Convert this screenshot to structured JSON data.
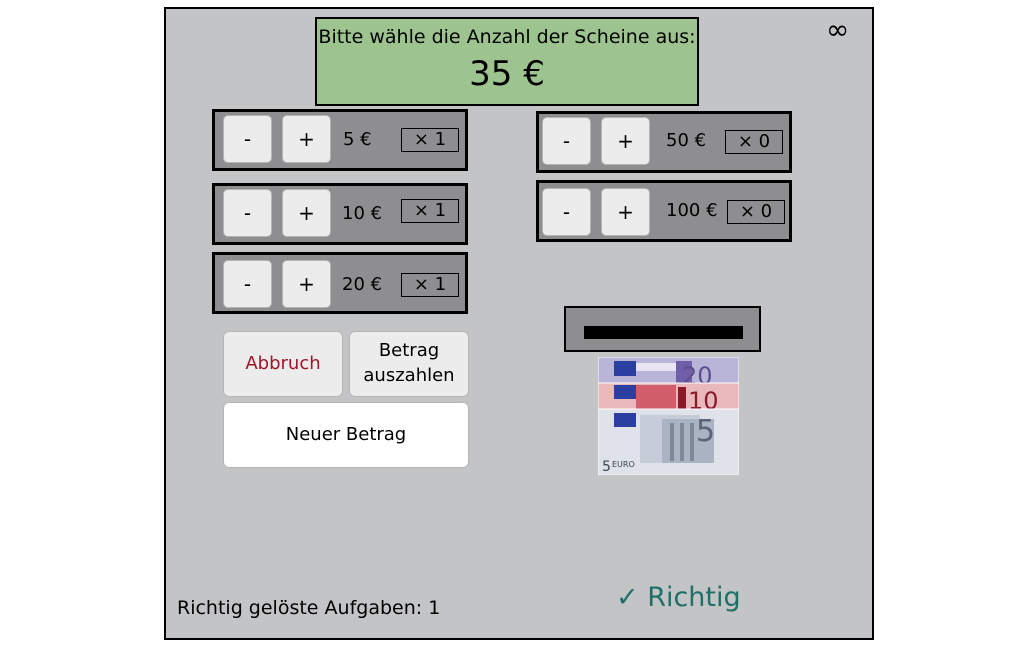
{
  "prompt": {
    "question": "Bitte wähle die Anzahl der Scheine aus:",
    "amount": "35 €"
  },
  "infinity_symbol": "∞",
  "denominations": [
    {
      "label": "5 €",
      "count": "× 1",
      "minus": "-",
      "plus": "+"
    },
    {
      "label": "10 €",
      "count": "× 1",
      "minus": "-",
      "plus": "+"
    },
    {
      "label": "20 €",
      "count": "× 1",
      "minus": "-",
      "plus": "+"
    },
    {
      "label": "50 €",
      "count": "× 0",
      "minus": "-",
      "plus": "+"
    },
    {
      "label": "100 €",
      "count": "× 0",
      "minus": "-",
      "plus": "+"
    }
  ],
  "actions": {
    "cancel": "Abbruch",
    "payout_line1": "Betrag",
    "payout_line2": "auszahlen",
    "new_amount": "Neuer Betrag"
  },
  "banknotes": {
    "note_20": "20",
    "note_10": "10",
    "note_5": "5",
    "note_5_small": "5",
    "euro_label": "EURO"
  },
  "status": {
    "solved": "Richtig gelöste Aufgaben: 1",
    "result": "✓ Richtig"
  },
  "colors": {
    "panel": "#c3c4c6",
    "prompt_bg": "#9dc38f",
    "row_bg": "#8e8e90",
    "cancel_text": "#a0142b",
    "result_text": "#1d6f68"
  }
}
